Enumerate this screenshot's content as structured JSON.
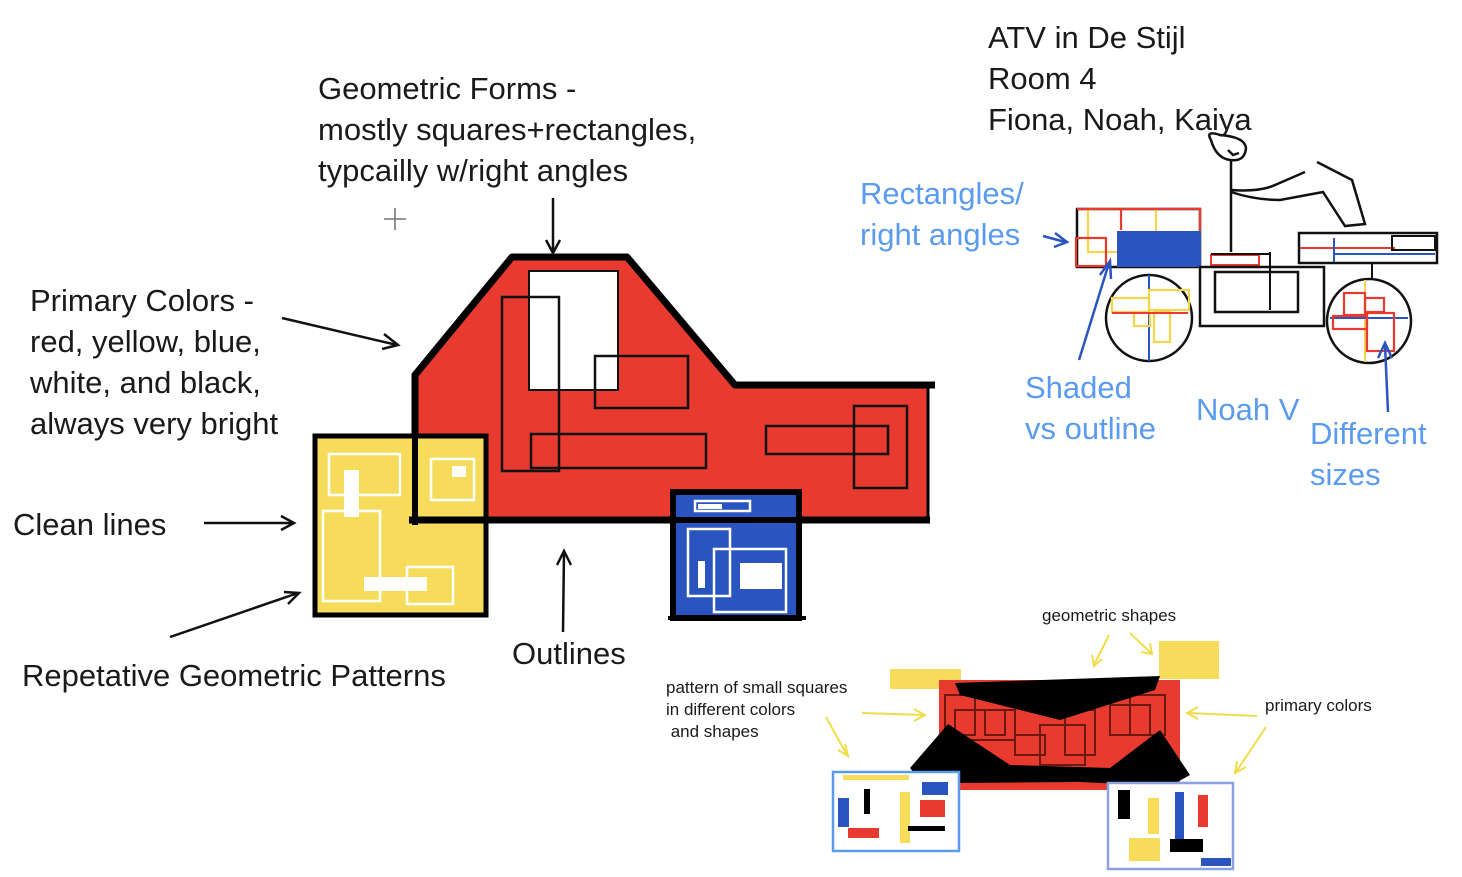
{
  "header": {
    "title": "ATV in De Stijl",
    "room": "Room 4",
    "authors": "Fiona, Noah, Kaiya"
  },
  "colors": {
    "red": "#e83a2e",
    "yellow": "#f6dc5a",
    "blue": "#2a54c0",
    "black": "#000000",
    "annotation_blue": "#5b9bef",
    "annotation_yellow": "#f1dc4a",
    "text": "#1a1a1a"
  },
  "left_annotations": {
    "geometric_forms": "Geometric Forms -\nmostly squares+rectangles,\ntypcailly w/right angles",
    "primary_colors": "Primary Colors -\nred, yellow, blue,\nwhite, and black,\nalways very bright",
    "clean_lines": "Clean lines",
    "repetative_patterns": "Repetative Geometric Patterns",
    "outlines": "Outlines"
  },
  "atv_annotations": {
    "rectangles": "Rectangles/\nright angles",
    "shaded": "Shaded\nvs outline",
    "noah": "Noah V",
    "different_sizes": "Different\nsizes"
  },
  "bottom_annotations": {
    "geometric_shapes": "geometric shapes",
    "pattern": "pattern of small squares\nin different colors\n and shapes",
    "primary_colors": "primary colors"
  },
  "icons": {
    "cursor": "crosshair-cursor-icon"
  }
}
